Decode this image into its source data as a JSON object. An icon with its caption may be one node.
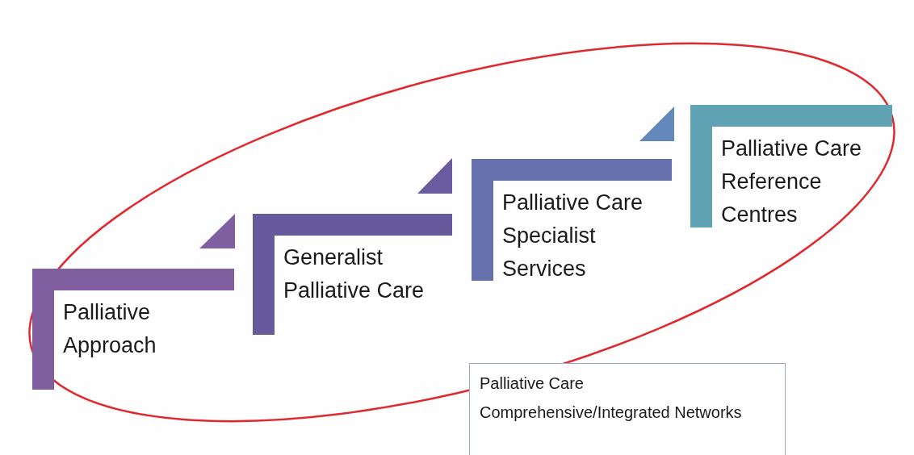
{
  "diagram": {
    "nodes": [
      {
        "text": [
          "Palliative Approach"
        ]
      },
      {
        "text": [
          "Generalist Palliative Care"
        ]
      },
      {
        "text": [
          "Palliative Care Specialist Services"
        ]
      },
      {
        "text": [
          "Palliative Care Reference Centres"
        ]
      },
      {
        "text": [
          "Palliative Care Comprehensive/Integrated Networks"
        ]
      }
    ]
  }
}
